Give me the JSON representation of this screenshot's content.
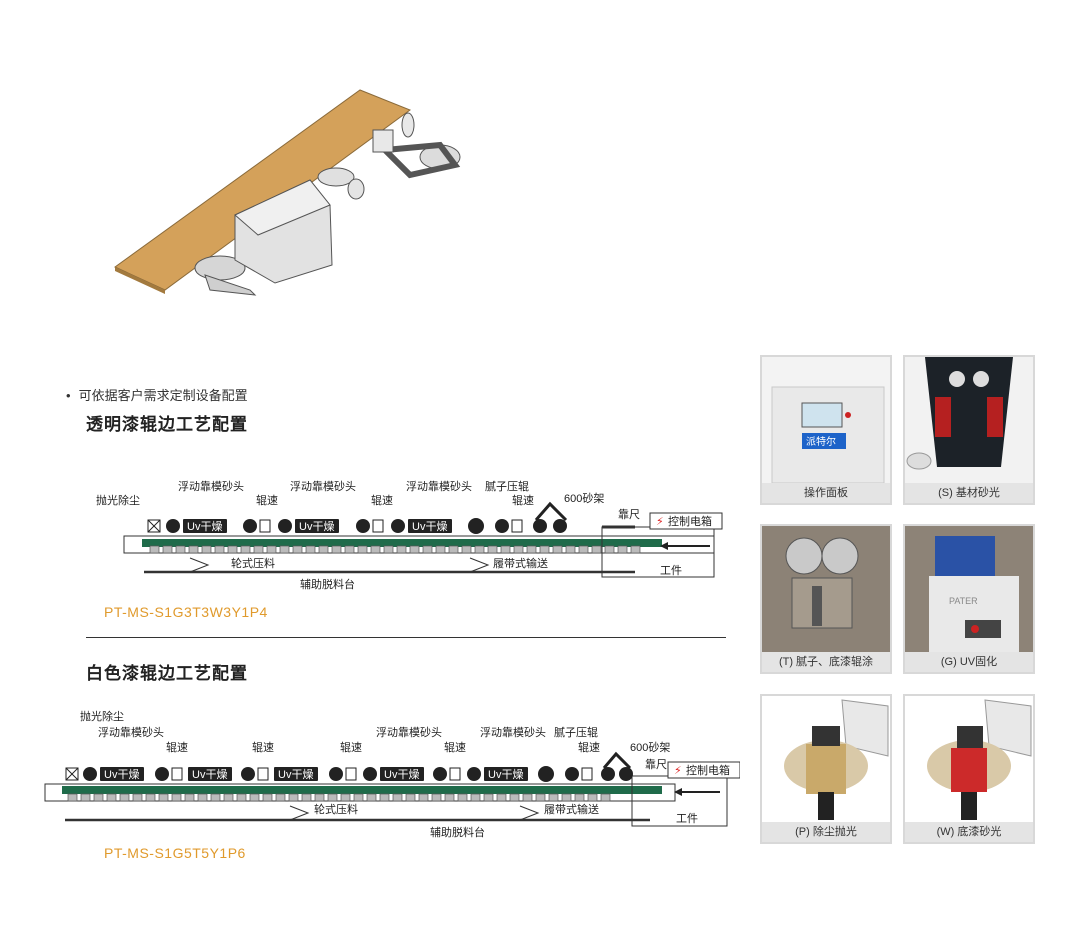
{
  "intro": {
    "bullet": "可依据客户需求定制设备配置"
  },
  "sections": [
    {
      "title": "透明漆辊边工艺配置",
      "model": "PT-MS-S1G3T3W3Y1P4",
      "labels": {
        "polish": "抛光除尘",
        "float_sander_1": "浮动靠模砂头",
        "float_sander_2": "浮动靠模砂头",
        "float_sander_3": "浮动靠模砂头",
        "speed_1": "辊速",
        "speed_2": "辊速",
        "speed_3": "辊速",
        "putty_roller": "腻子压辊",
        "sand_frame": "600砂架",
        "ruler": "靠尺",
        "control_box": "控制电箱",
        "wheel_press": "轮式压料",
        "track_conveyor": "履带式输送",
        "aux_table": "辅助脱料台",
        "workpiece": "工件",
        "uv": [
          "Uv干燥",
          "Uv干燥",
          "Uv干燥"
        ]
      }
    },
    {
      "title": "白色漆辊边工艺配置",
      "model": "PT-MS-S1G5T5Y1P6",
      "labels": {
        "polish": "抛光除尘",
        "float_sander_1": "浮动靠模砂头",
        "float_sander_2": "浮动靠模砂头",
        "float_sander_3": "浮动靠模砂头",
        "speed_1": "辊速",
        "speed_2": "辊速",
        "speed_3": "辊速",
        "speed_4": "辊速",
        "speed_5": "辊速",
        "putty_roller": "腻子压辊",
        "sand_frame": "600砂架",
        "ruler": "靠尺",
        "control_box": "控制电箱",
        "wheel_press": "轮式压料",
        "track_conveyor": "履带式输送",
        "aux_table": "辅助脱料台",
        "workpiece": "工件",
        "uv": [
          "Uv干燥",
          "Uv干燥",
          "Uv干燥",
          "Uv干燥",
          "Uv干燥"
        ]
      }
    }
  ],
  "photos": [
    {
      "caption": "操作面板",
      "screen_text": "派特尔"
    },
    {
      "caption": "(S) 基材砂光"
    },
    {
      "caption": "(T) 腻子、底漆辊涂"
    },
    {
      "caption": "(G) UV固化",
      "brand_text": "PATER"
    },
    {
      "caption": "(P) 除尘抛光"
    },
    {
      "caption": "(W) 底漆砂光"
    }
  ],
  "colors": {
    "accent": "#e09a2c",
    "belt": "#1f6b4a",
    "board": "#d4a15a",
    "uv_box": "#222222"
  }
}
